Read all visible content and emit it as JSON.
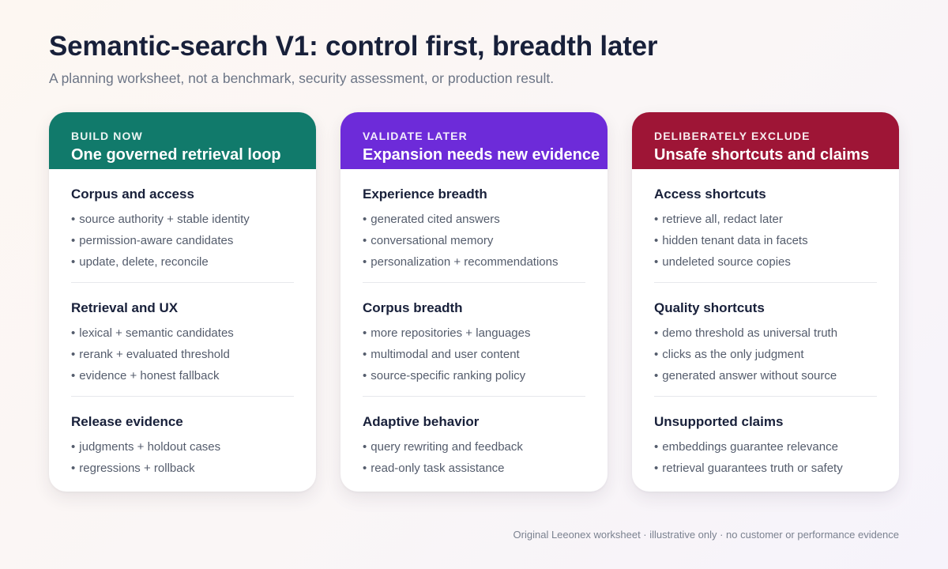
{
  "page": {
    "title": "Semantic-search V1: control first, breadth later",
    "subtitle": "A planning worksheet, not a benchmark, security assessment, or production result.",
    "footer": "Original Leeonex worksheet · illustrative only · no customer or performance evidence"
  },
  "colors": {
    "build_now": "#117a6b",
    "validate_later": "#6d2bd9",
    "deliberately_exclude": "#9e1536"
  },
  "cards": [
    {
      "kicker": "BUILD NOW",
      "heading": "One governed retrieval loop",
      "sections": [
        {
          "title": "Corpus and access",
          "items": [
            "source authority + stable identity",
            "permission-aware candidates",
            "update, delete, reconcile"
          ]
        },
        {
          "title": "Retrieval and UX",
          "items": [
            "lexical + semantic candidates",
            "rerank + evaluated threshold",
            "evidence + honest fallback"
          ]
        },
        {
          "title": "Release evidence",
          "items": [
            "judgments + holdout cases",
            "regressions + rollback"
          ]
        }
      ]
    },
    {
      "kicker": "VALIDATE LATER",
      "heading": "Expansion needs new evidence",
      "sections": [
        {
          "title": "Experience breadth",
          "items": [
            "generated cited answers",
            "conversational memory",
            "personalization + recommendations"
          ]
        },
        {
          "title": "Corpus breadth",
          "items": [
            "more repositories + languages",
            "multimodal and user content",
            "source-specific ranking policy"
          ]
        },
        {
          "title": "Adaptive behavior",
          "items": [
            "query rewriting and feedback",
            "read-only task assistance"
          ]
        }
      ]
    },
    {
      "kicker": "DELIBERATELY EXCLUDE",
      "heading": "Unsafe shortcuts and claims",
      "sections": [
        {
          "title": "Access shortcuts",
          "items": [
            "retrieve all, redact later",
            "hidden tenant data in facets",
            "undeleted source copies"
          ]
        },
        {
          "title": "Quality shortcuts",
          "items": [
            "demo threshold as universal truth",
            "clicks as the only judgment",
            "generated answer without source"
          ]
        },
        {
          "title": "Unsupported claims",
          "items": [
            "embeddings guarantee relevance",
            "retrieval guarantees truth or safety"
          ]
        }
      ]
    }
  ]
}
